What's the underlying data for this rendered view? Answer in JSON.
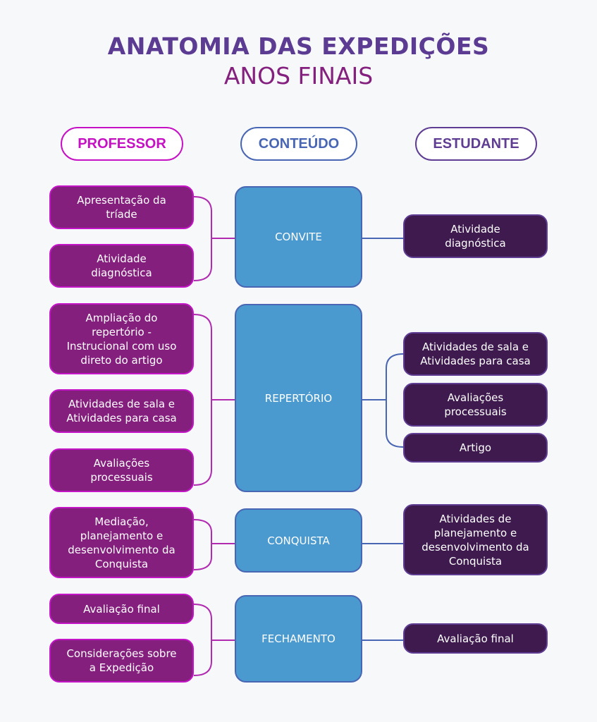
{
  "title": {
    "line1": "ANATOMIA DAS EXPEDIÇÕES",
    "line2": "ANOS FINAIS"
  },
  "columns": {
    "professor": "PROFESSOR",
    "conteudo": "CONTEÚDO",
    "estudante": "ESTUDANTE"
  },
  "colors": {
    "professor_fill": "#851f7e",
    "professor_border": "#c314c6",
    "conteudo_fill": "#4a9ad0",
    "conteudo_border": "#4866b3",
    "estudante_fill": "#3e1a4f",
    "estudante_border": "#5e3d92",
    "title_primary": "#5b3c92",
    "title_secondary": "#84207e"
  },
  "stages": [
    {
      "name": "CONVITE",
      "professor": [
        "Apresentação da\ntríade",
        "Atividade\ndiagnóstica"
      ],
      "estudante": [
        "Atividade\ndiagnóstica"
      ]
    },
    {
      "name": "REPERTÓRIO",
      "professor": [
        "Ampliação do\nrepertório -\nInstrucional com uso\ndireto do artigo",
        "Atividades de sala e\nAtividades para casa",
        "Avaliações\nprocessuais"
      ],
      "estudante": [
        "Atividades de sala e\nAtividades para casa",
        "Avaliações\nprocessuais",
        "Artigo"
      ]
    },
    {
      "name": "CONQUISTA",
      "professor": [
        "Mediação,\nplanejamento e\ndesenvolvimento da\nConquista"
      ],
      "estudante": [
        "Atividades de\nplanejamento e\ndesenvolvimento da\nConquista"
      ]
    },
    {
      "name": "FECHAMENTO",
      "professor": [
        "Avaliação final",
        "Considerações sobre\na Expedição"
      ],
      "estudante": [
        "Avaliação final"
      ]
    }
  ]
}
